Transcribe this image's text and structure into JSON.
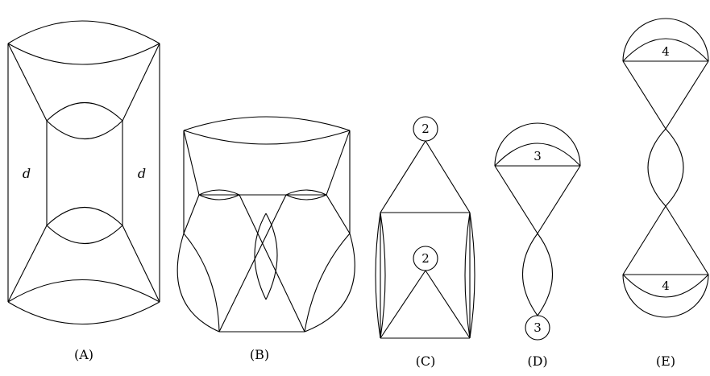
{
  "panels": [
    {
      "id": "A",
      "caption": "(A)",
      "edge_labels": [
        "d",
        "d"
      ]
    },
    {
      "id": "B",
      "caption": "(B)"
    },
    {
      "id": "C",
      "caption": "(C)",
      "node_labels": [
        "2",
        "2"
      ]
    },
    {
      "id": "D",
      "caption": "(D)",
      "node_labels": [
        "3",
        "3"
      ]
    },
    {
      "id": "E",
      "caption": "(E)",
      "node_labels": [
        "4",
        "4"
      ]
    }
  ]
}
